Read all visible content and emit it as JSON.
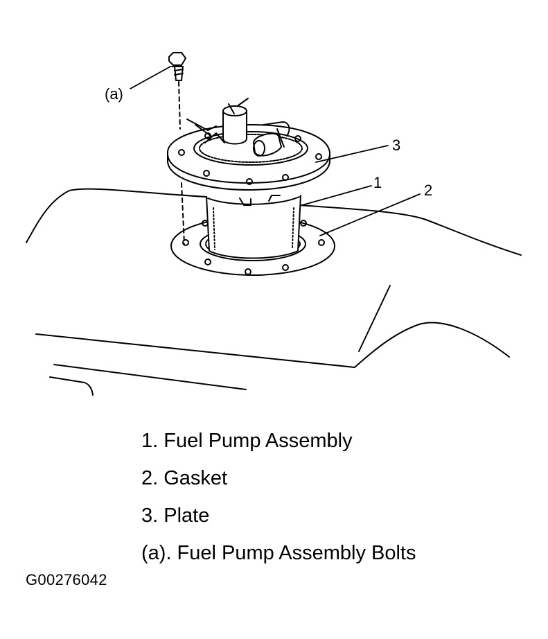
{
  "callouts": {
    "a": "(a)",
    "n1": "1",
    "n2": "2",
    "n3": "3"
  },
  "legend": [
    {
      "label": "1. Fuel Pump Assembly"
    },
    {
      "label": "2. Gasket"
    },
    {
      "label": "3. Plate"
    },
    {
      "label": "(a). Fuel Pump Assembly Bolts"
    }
  ],
  "figure_id": "G00276042"
}
